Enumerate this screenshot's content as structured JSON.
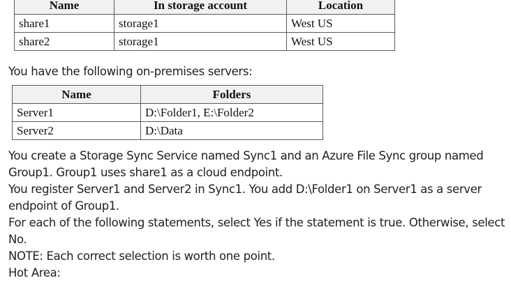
{
  "shares_table": {
    "headers": [
      "Name",
      "In storage account",
      "Location"
    ],
    "rows": [
      [
        "share1",
        "storage1",
        "West US"
      ],
      [
        "share2",
        "storage1",
        "West US"
      ]
    ]
  },
  "intro_servers": "You have the following on-premises servers:",
  "servers_table": {
    "headers": [
      "Name",
      "Folders"
    ],
    "rows": [
      [
        "Server1",
        "D:\\Folder1, E:\\Folder2"
      ],
      [
        "Server2",
        "D:\\Data"
      ]
    ]
  },
  "paragraphs": [
    "You create a Storage Sync Service named Sync1 and an Azure File Sync group named Group1. Group1 uses share1 as a cloud endpoint.",
    "You register Server1 and Server2 in Sync1. You add D:\\Folder1 on Server1 as a server endpoint of Group1.",
    "For each of the following statements, select Yes if the statement is true. Otherwise, select No.",
    "NOTE: Each correct selection is worth one point.",
    "Hot Area:"
  ]
}
